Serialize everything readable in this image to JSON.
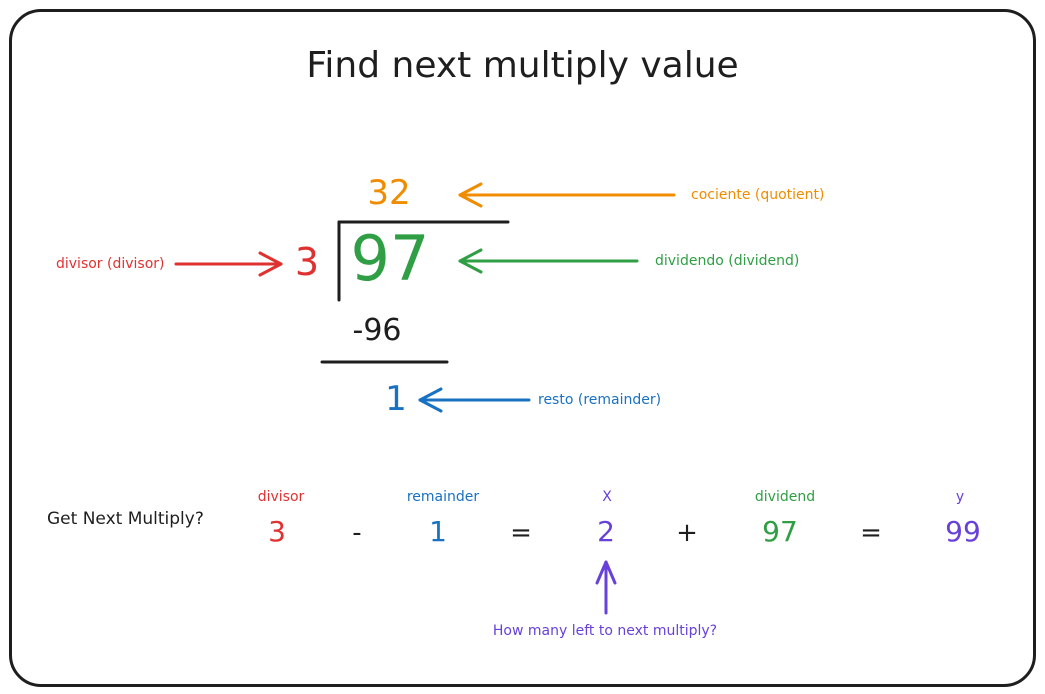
{
  "title": "Find next multiply value",
  "division": {
    "quotient": "32",
    "divisor": "3",
    "dividend": "97",
    "subtrahend": "-96",
    "remainder": "1"
  },
  "labels": {
    "quotient": "cociente (quotient)",
    "divisor": "divisor (divisor)",
    "dividend": "dividendo (dividend)",
    "remainder": "resto (remainder)"
  },
  "equation": {
    "prompt": "Get Next Multiply?",
    "terms": [
      {
        "header": "divisor",
        "value": "3"
      },
      {
        "header": "remainder",
        "value": "1"
      },
      {
        "header": "X",
        "value": "2"
      },
      {
        "header": "dividend",
        "value": "97"
      },
      {
        "header": "y",
        "value": "99"
      }
    ],
    "operators": [
      "-",
      "=",
      "+",
      "="
    ],
    "note": "How many left to next multiply?"
  },
  "colors": {
    "quotient": "#f08c00",
    "divisor": "#e03131",
    "dividend": "#2f9e44",
    "remainder": "#1971c2",
    "unknown": "#6741d9",
    "ink": "#1e1e1e"
  }
}
